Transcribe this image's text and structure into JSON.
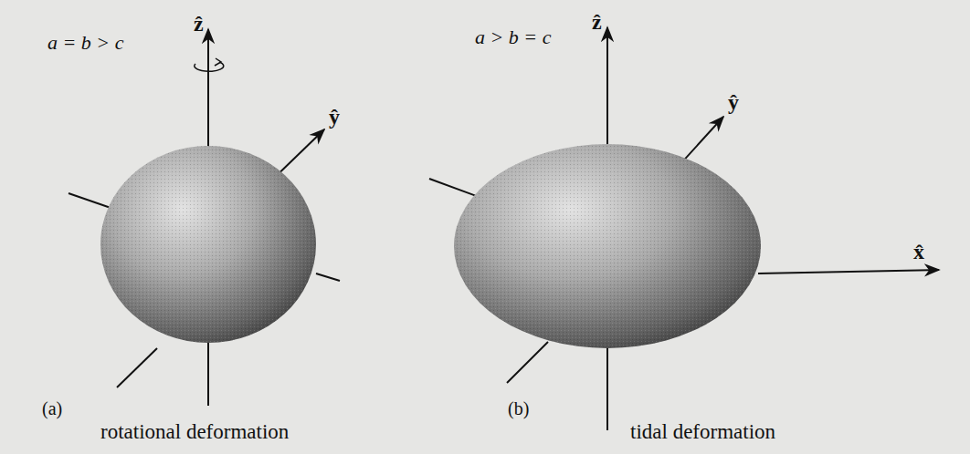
{
  "diagram": {
    "labels": [
      "ẑ",
      "ŷ",
      "a = b > c",
      "(a)",
      "rotational deformation",
      "ẑ",
      "ŷ",
      "x̂",
      "a > b = c",
      "(b)",
      "tidal deformation"
    ]
  }
}
